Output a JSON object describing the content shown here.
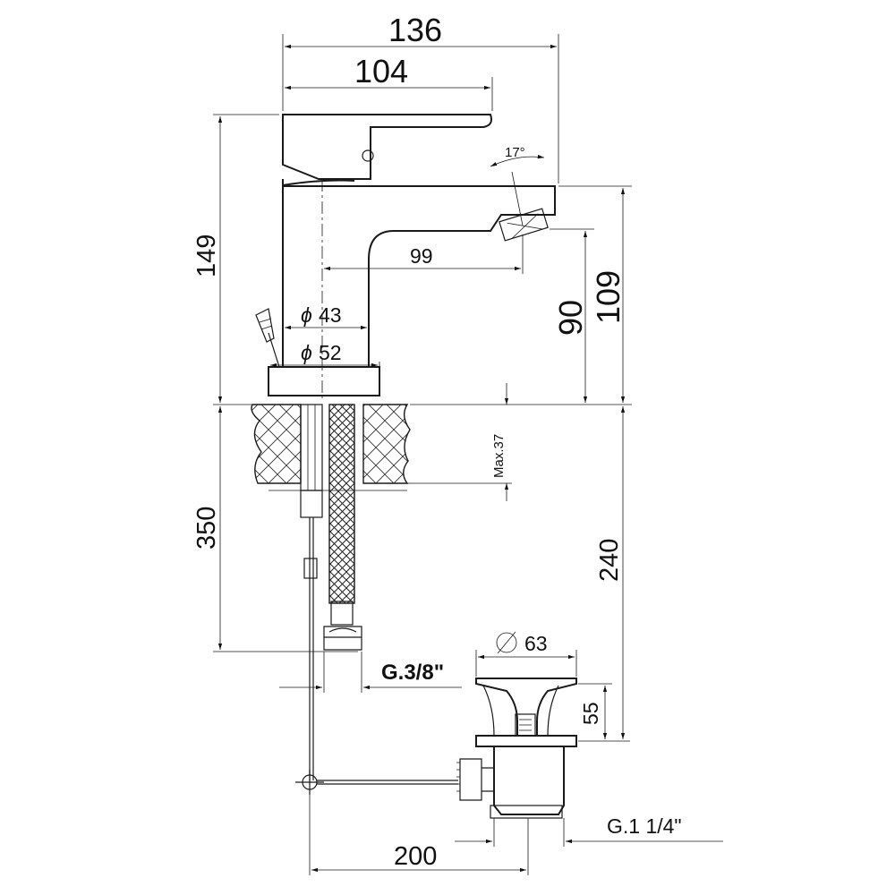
{
  "drawing": {
    "dims": {
      "overall_width": "136",
      "lever_reach": "104",
      "overall_height": "149",
      "spout_angle": "17°",
      "spout_reach": "99",
      "spout_height_outlet": "90",
      "spout_height_top": "109",
      "body_diameter": "43",
      "base_diameter": "52",
      "max_deck": "Max.37",
      "hose_length": "350",
      "waste_length": "240",
      "waste_diameter": "63",
      "hose_thread": "G.3/8\"",
      "waste_height": "55",
      "waste_thread": "G.1 1/4\"",
      "rod_length": "200"
    },
    "diameter_symbol": "ϕ"
  }
}
